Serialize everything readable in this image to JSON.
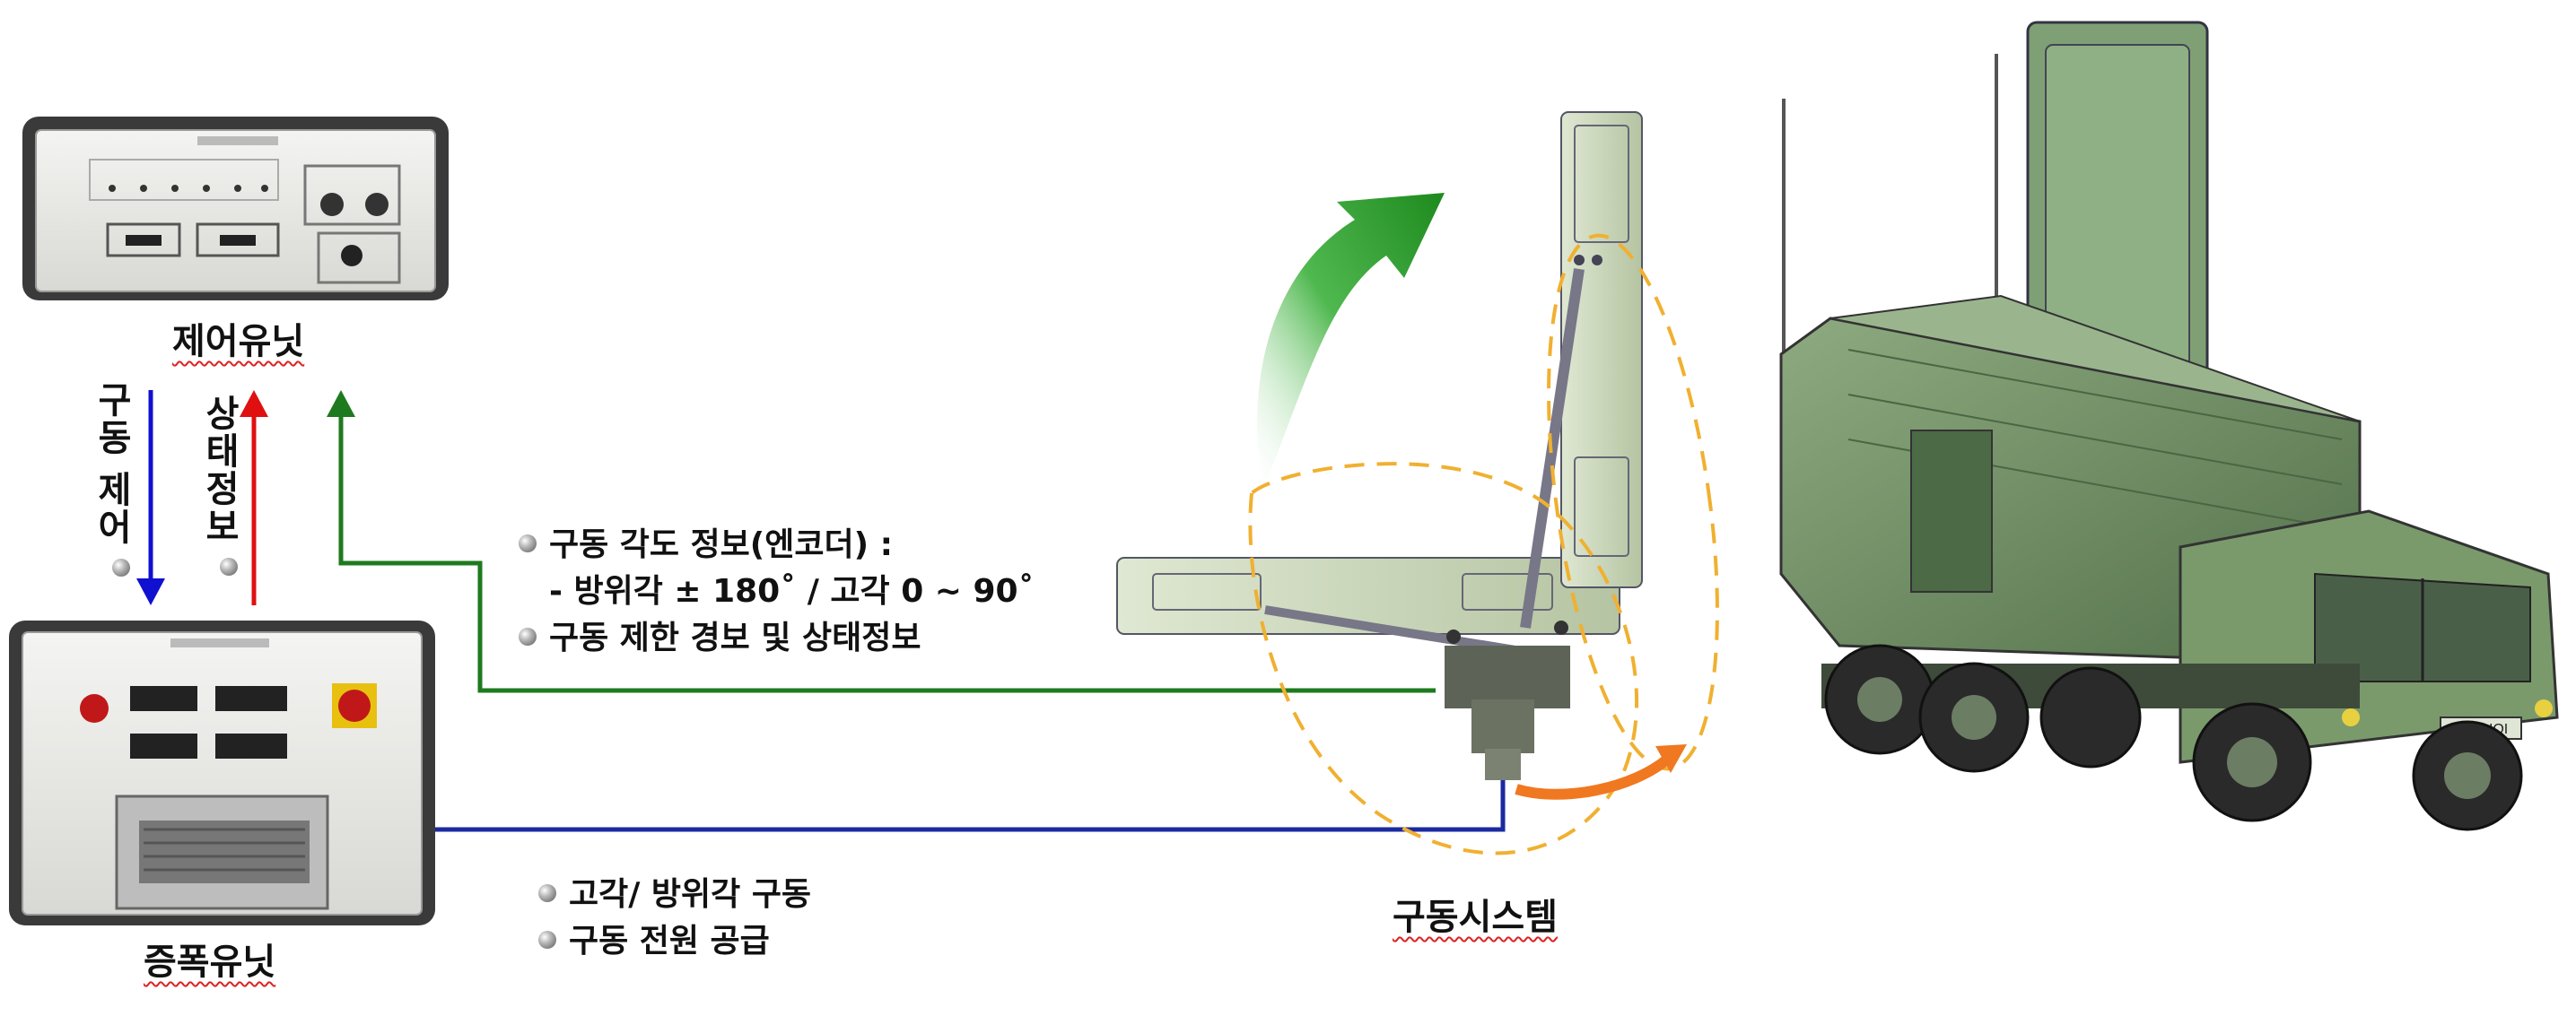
{
  "units": {
    "control_unit_label": "제어유닛",
    "amplifier_unit_label": "증폭유닛",
    "drive_system_label": "구동시스템"
  },
  "signals": {
    "drive_control": "구동 제어",
    "status_info": "상태정보"
  },
  "feedback": {
    "line1": "구동 각도 정보(엔코더) :",
    "line2": "- 방위각 ± 180˚ / 고각 0 ~ 90˚",
    "line3": "구동 제한 경보 및 상태정보"
  },
  "drive": {
    "line1": "고각/ 방위각 구동",
    "line2": "구동 전원 공급"
  },
  "truck": {
    "plate": "VTHHOI"
  },
  "colors": {
    "control_arrow": "#1010d0",
    "status_arrow": "#e01010",
    "feedback_line": "#1e7a1e",
    "drive_line": "#1a2aa0",
    "highlight_ellipse": "#f0b030",
    "rotation_arrow": "#f07820",
    "elevation_arrow": "#2aa02a",
    "equipment_green": "#6e8e62"
  }
}
